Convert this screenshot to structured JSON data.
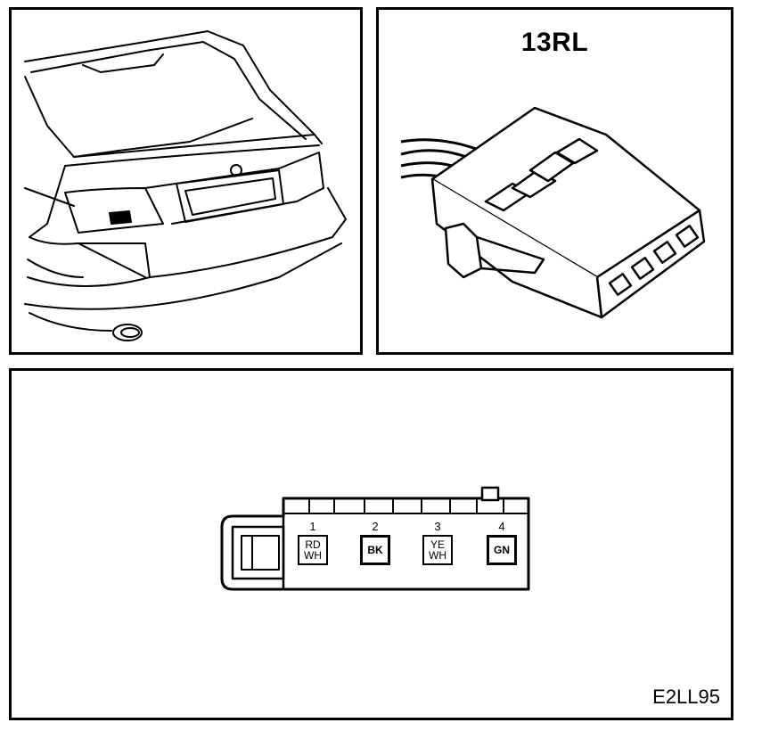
{
  "connector": {
    "id": "13RL",
    "reference_code": "E2LL95"
  },
  "pins": [
    {
      "number": "1",
      "color_lines": [
        "RD",
        "WH"
      ]
    },
    {
      "number": "2",
      "color_lines": [
        "BK"
      ]
    },
    {
      "number": "3",
      "color_lines": [
        "YE",
        "WH"
      ]
    },
    {
      "number": "4",
      "color_lines": [
        "GN"
      ]
    }
  ]
}
